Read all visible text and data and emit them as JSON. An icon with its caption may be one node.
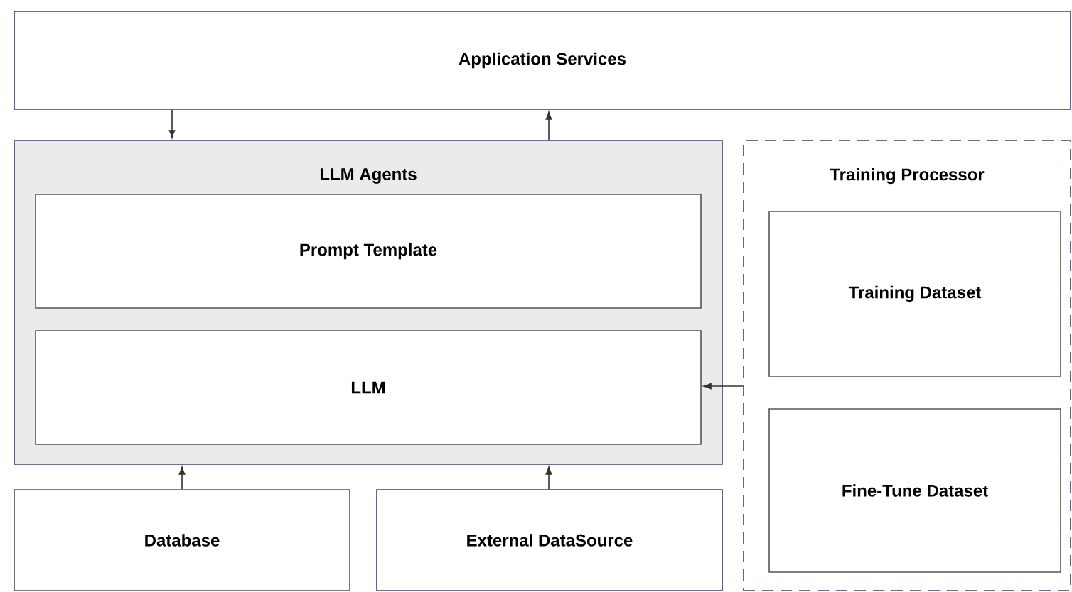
{
  "diagram": {
    "nodes": [
      {
        "text": [
          "Application Services"
        ]
      },
      {
        "text": [
          "LLM Agents"
        ]
      },
      {
        "text": [
          "Prompt Template"
        ],
        "in": 1
      },
      {
        "text": [
          "LLM"
        ],
        "in": 1
      },
      {
        "text": [
          "Training Processor"
        ]
      },
      {
        "text": [
          "Training Dataset"
        ],
        "in": 4
      },
      {
        "text": [
          "Fine-Tune Dataset"
        ],
        "in": 4
      },
      {
        "text": [
          "Database"
        ]
      },
      {
        "text": [
          "External DataSource"
        ]
      }
    ],
    "edges": [
      {
        "from": 0,
        "to": 1,
        "arrow": "to"
      },
      {
        "from": 1,
        "to": 0,
        "arrow": "to"
      },
      {
        "from": 7,
        "to": 1,
        "arrow": "to"
      },
      {
        "from": 8,
        "to": 1,
        "arrow": "to"
      },
      {
        "from": 4,
        "to": 3,
        "arrow": "to"
      }
    ]
  }
}
